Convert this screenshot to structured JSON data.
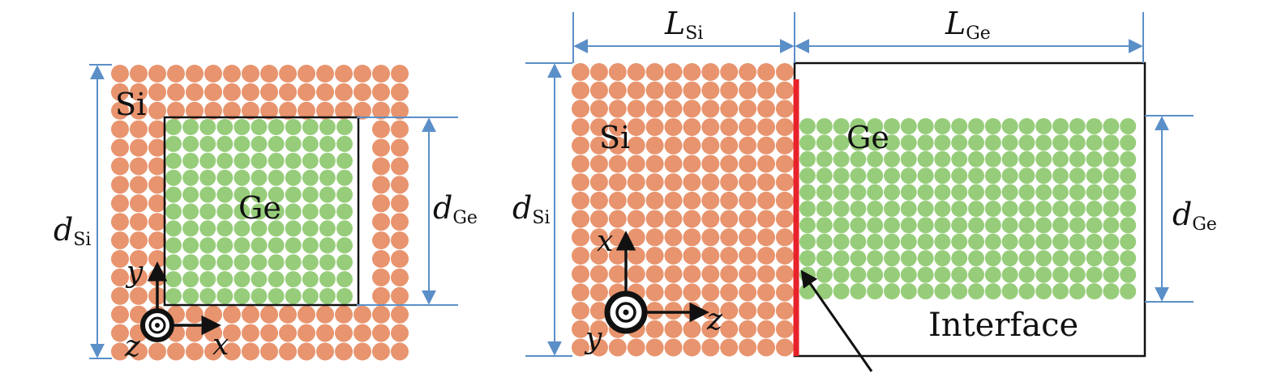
{
  "left_panel": {
    "si_label": "Si",
    "ge_label": "Ge",
    "d_si": {
      "main": "d",
      "sub": "Si"
    },
    "d_ge": {
      "main": "d",
      "sub": "Ge"
    },
    "axes": {
      "up": "y",
      "right": "x",
      "out": "z"
    }
  },
  "right_panel": {
    "si_label": "Si",
    "ge_label": "Ge",
    "l_si": {
      "main": "L",
      "sub": "Si"
    },
    "l_ge": {
      "main": "L",
      "sub": "Ge"
    },
    "d_si": {
      "main": "d",
      "sub": "Si"
    },
    "d_ge": {
      "main": "d",
      "sub": "Ge"
    },
    "interface_label": "Interface",
    "axes": {
      "up": "x",
      "right": "z",
      "out": "y"
    }
  },
  "colors": {
    "si_atom": "#e8946e",
    "ge_atom": "#97cd7a",
    "dimension_line": "#5b8fc8",
    "interface_line": "#e8222a",
    "frame": "#111111"
  }
}
